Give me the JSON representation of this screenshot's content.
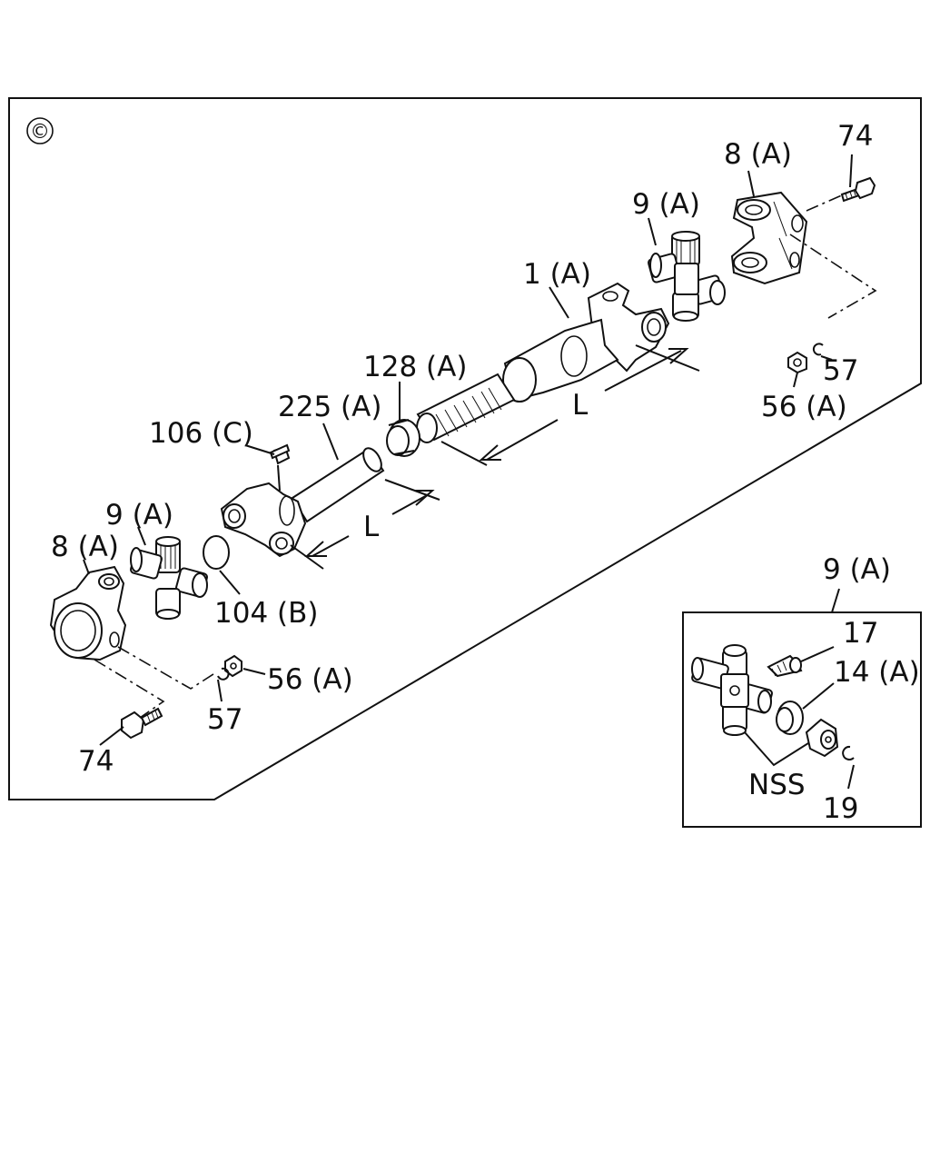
{
  "section_marker": "©",
  "labels": {
    "top_right_bolt": "74",
    "top_right_flange": "8 (A)",
    "top_right_spider": "9 (A)",
    "slip_yoke_assembly": "1 (A)",
    "top_right_clip": "57",
    "top_right_nut": "56 (A)",
    "boot": "128 (A)",
    "tube": "225 (A)",
    "grease_fitting": "106 (C)",
    "length_upper": "L",
    "length_lower": "L",
    "left_spider": "9 (A)",
    "left_flange": "8 (A)",
    "plug": "104 (B)",
    "left_nut": "56 (A)",
    "left_clip": "57",
    "left_bolt": "74"
  },
  "inset": {
    "title": "9 (A)",
    "fitting": "17",
    "seal": "14 (A)",
    "not_serviced": "NSS",
    "snap_ring": "19"
  }
}
